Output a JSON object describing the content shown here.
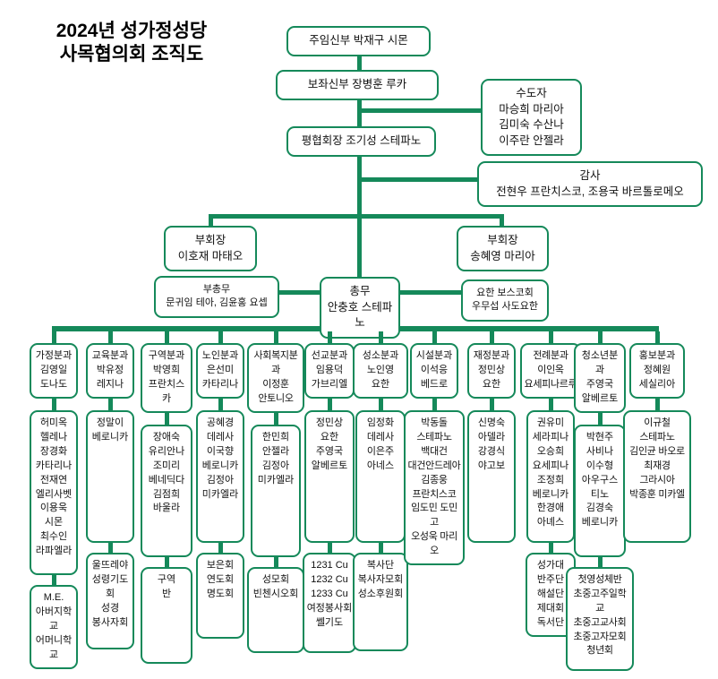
{
  "title": "2024년 성가정성당\n사목협의회 조직도",
  "colors": {
    "accent_green": "#15895a",
    "text": "#111111",
    "background": "#ffffff"
  },
  "top": {
    "pastor": "주임신부   박재구 시몬",
    "assistant_priest": "보좌신부   장병훈 루카",
    "religious": "수도자\n마승희 마리아\n김미숙 수산나\n이주란 안젤라",
    "council_president": "평협회장   조기성 스테파노",
    "auditors": "감사\n전현우 프란치스코, 조용국 바르톨로메오",
    "vice_president_left": "부회장\n이호재 마태오",
    "vice_president_right": "부회장\n송혜영 마리아",
    "deputy_secretary": "부총무\n문귀임 테아, 김윤홍 요셉",
    "secretary": "총무\n안충호 스테파노",
    "bosco_society": "요한 보스코회\n우무섭 사도요한"
  },
  "columns": [
    {
      "header": "가정분과\n김영일\n도나도",
      "members": "허미옥\n헬레나\n장경화\n카타리나\n전재연\n엘리사벳\n이용욱\n시몬\n최수인\n라파엘라",
      "groups": "M.E.\n아버지학교\n어머니학교"
    },
    {
      "header": "교육분과\n박유정\n레지나",
      "members": "정말이\n베로니카",
      "groups": "울뜨레야\n성령기도회\n성경\n봉사자회"
    },
    {
      "header": "구역분과\n박영희\n프란치스카",
      "members": "장애숙\n유리안나\n조미리\n베네딕다\n김점희\n바울라",
      "groups": "구역\n반"
    },
    {
      "header": "노인분과\n은선미\n카타리나",
      "members": "공혜경\n데레사\n이국향\n베로니카\n김정아\n미카엘라",
      "groups": "보은회\n연도회\n명도회"
    },
    {
      "header": "사회복지분과\n이정훈\n안토니오",
      "members": "한민희\n안젤라\n김정아\n미카엘라",
      "groups": "성모회\n빈첸시오회"
    },
    {
      "header": "선교분과\n임용덕\n가브리엘",
      "members": "정민상\n요한\n주영국\n알베르토",
      "groups": "1231 Cu\n1232 Cu\n1233 Cu\n여정봉사회\n쎌기도"
    },
    {
      "header": "성소분과\n노인영\n요한",
      "members": "임정화\n데레사\n이은주\n아네스",
      "groups": "복사단\n복사자모회\n성소후원회"
    },
    {
      "header": "시설분과\n이석응\n베드로",
      "members": "박동돌\n스테파노\n백대건\n대건안드레아\n김종웅\n프란치스코\n임도민 도민고\n오성욱 마리오",
      "groups": ""
    },
    {
      "header": "재정분과\n정민상\n요한",
      "members": "신명숙\n아델라\n강경식\n야고보",
      "groups": ""
    },
    {
      "header": "전례분과\n이인옥\n요세피나르루",
      "members": "권유미\n세라피나\n오승희\n요세피나\n조정희\n베로니카\n한경애\n아녜스",
      "groups": "성가대\n반주단\n해설단\n제대회\n독서단"
    },
    {
      "header": "청소년분과\n주영국\n알베르토",
      "members": "박현주\n사비나\n이수형\n아우구스\n티노\n김경숙\n베로니카",
      "groups": "첫영성체반\n초중고주일학교\n초중고교사회\n초중고자모회\n청년회"
    },
    {
      "header": "홍보분과\n정혜원\n세실리아",
      "members": "이규철\n스테파노\n김인균 바오로\n최재경\n그라시아\n박종훈 미카엘",
      "groups": ""
    }
  ]
}
